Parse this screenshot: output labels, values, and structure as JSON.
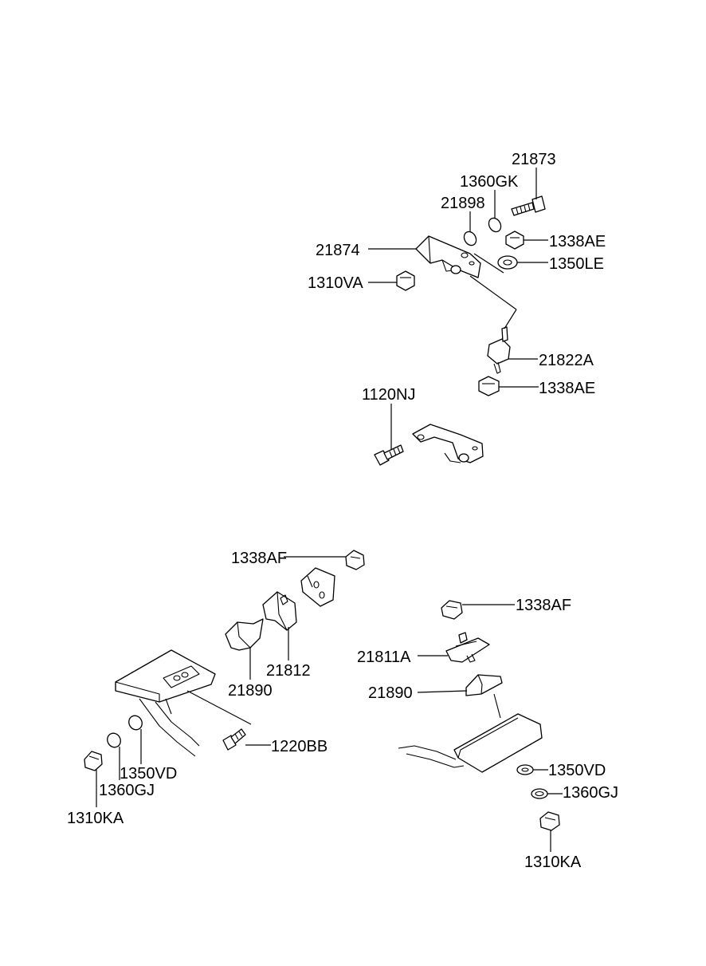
{
  "labels": {
    "upper": {
      "p21873": "21873",
      "p1360GK": "1360GK",
      "p21898": "21898",
      "p1338AE_top": "1338AE",
      "p21874": "21874",
      "p1350LE": "1350LE",
      "p1310VA": "1310VA",
      "p21822A": "21822A",
      "p1338AE_mid": "1338AE",
      "p1120NJ": "1120NJ"
    },
    "lower_left": {
      "p1338AF": "1338AF",
      "p21812": "21812",
      "p21890": "21890",
      "p1220BB": "1220BB",
      "p1350VD": "1350VD",
      "p1360GJ": "1360GJ",
      "p1310KA": "1310KA"
    },
    "lower_right": {
      "p1338AF": "1338AF",
      "p21811A": "21811A",
      "p21890": "21890",
      "p1350VD": "1350VD",
      "p1360GJ": "1360GJ",
      "p1310KA": "1310KA"
    }
  }
}
